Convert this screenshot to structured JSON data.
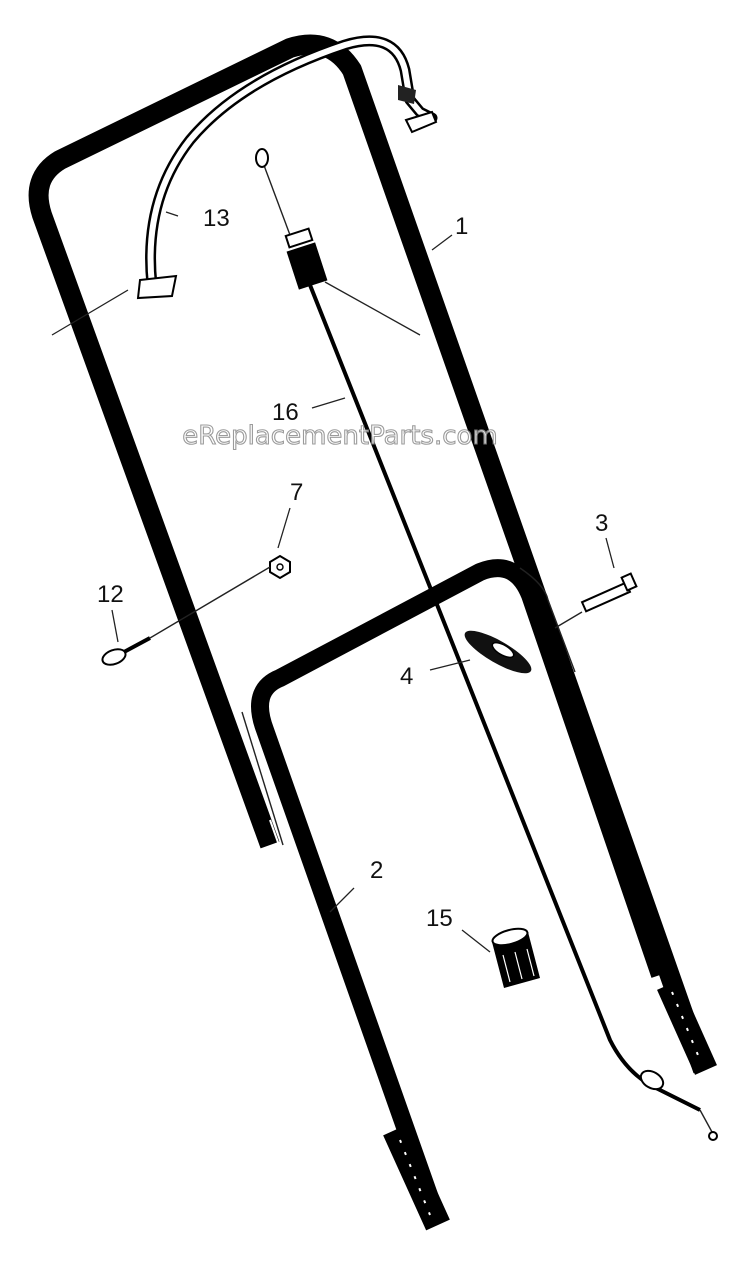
{
  "watermark": "eReplacementParts.com",
  "callouts": {
    "p1": "1",
    "p2": "2",
    "p3": "3",
    "p4": "4",
    "p7": "7",
    "p12": "12",
    "p13": "13",
    "p15": "15",
    "p16": "16"
  },
  "colors": {
    "line": "#000000",
    "background": "#ffffff",
    "watermark_outline": "#8a8a8a"
  }
}
